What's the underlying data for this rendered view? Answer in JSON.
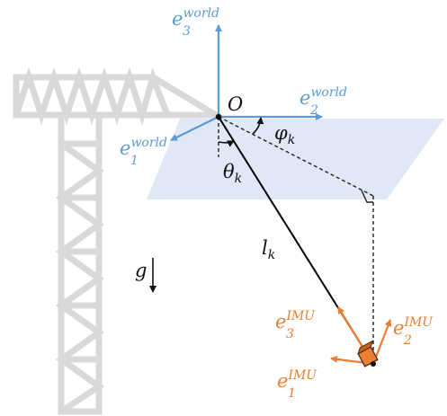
{
  "labels": {
    "origin": "O",
    "theta": {
      "main": "θ",
      "sub": "k"
    },
    "phi": {
      "main": "φ",
      "sub": "k"
    },
    "length": {
      "main": "l",
      "sub": "k"
    },
    "gravity": "g",
    "world_axes": {
      "e1": {
        "main": "e",
        "sub": "1",
        "sup": "world"
      },
      "e2": {
        "main": "e",
        "sub": "2",
        "sup": "world"
      },
      "e3": {
        "main": "e",
        "sub": "3",
        "sup": "world"
      }
    },
    "imu_axes": {
      "e1": {
        "main": "e",
        "sub": "1",
        "sup": "IMU"
      },
      "e2": {
        "main": "e",
        "sub": "2",
        "sup": "IMU"
      },
      "e3": {
        "main": "e",
        "sub": "3",
        "sup": "IMU"
      }
    }
  },
  "colors": {
    "world_axes": "#5b9bd5",
    "imu_axes": "#ed7d31",
    "crane": "#d9d9d9",
    "plane": "#dae3f3",
    "cable": "#000000",
    "imu_box": "#ed7d31"
  }
}
